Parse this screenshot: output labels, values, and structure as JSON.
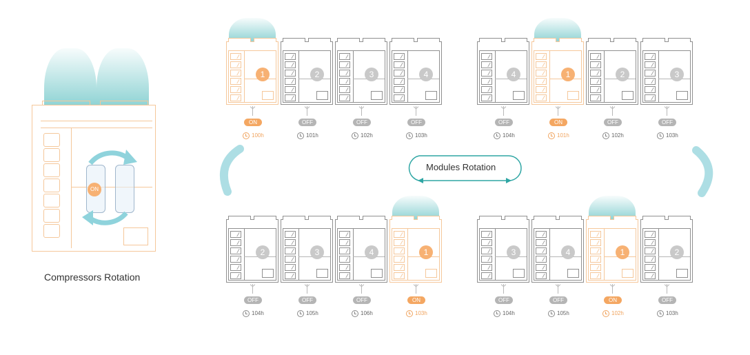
{
  "compressor_panel": {
    "label": "Compressors Rotation",
    "on_badge": "ON"
  },
  "center_label": "Modules Rotation",
  "groups": [
    {
      "name": "top-left",
      "modules": [
        {
          "number": "1",
          "state": "ON",
          "hours": "100h",
          "active": true
        },
        {
          "number": "2",
          "state": "OFF",
          "hours": "101h",
          "active": false
        },
        {
          "number": "3",
          "state": "OFF",
          "hours": "102h",
          "active": false
        },
        {
          "number": "4",
          "state": "OFF",
          "hours": "103h",
          "active": false
        }
      ]
    },
    {
      "name": "top-right",
      "modules": [
        {
          "number": "4",
          "state": "OFF",
          "hours": "104h",
          "active": false
        },
        {
          "number": "1",
          "state": "ON",
          "hours": "101h",
          "active": true
        },
        {
          "number": "2",
          "state": "OFF",
          "hours": "102h",
          "active": false
        },
        {
          "number": "3",
          "state": "OFF",
          "hours": "103h",
          "active": false
        }
      ]
    },
    {
      "name": "bottom-left",
      "modules": [
        {
          "number": "2",
          "state": "OFF",
          "hours": "104h",
          "active": false
        },
        {
          "number": "3",
          "state": "OFF",
          "hours": "105h",
          "active": false
        },
        {
          "number": "4",
          "state": "OFF",
          "hours": "106h",
          "active": false
        },
        {
          "number": "1",
          "state": "ON",
          "hours": "103h",
          "active": true
        }
      ]
    },
    {
      "name": "bottom-right",
      "modules": [
        {
          "number": "3",
          "state": "OFF",
          "hours": "104h",
          "active": false
        },
        {
          "number": "4",
          "state": "OFF",
          "hours": "105h",
          "active": false
        },
        {
          "number": "1",
          "state": "ON",
          "hours": "102h",
          "active": true
        },
        {
          "number": "2",
          "state": "OFF",
          "hours": "103h",
          "active": false
        }
      ]
    }
  ],
  "colors": {
    "active": "#f4a762",
    "inactive": "#b5b5b5",
    "airflow": "#85cfd0",
    "rotation_arrow": "#2fa6a4"
  }
}
